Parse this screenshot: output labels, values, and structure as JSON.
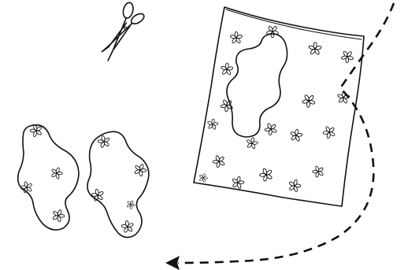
{
  "illustration": {
    "ink_color": "#111111",
    "background_color": "#ffffff",
    "objects": [
      "scissors-icon",
      "fabric-sheet",
      "cut-out-hole",
      "cut-pad-left",
      "cut-pad-right",
      "dashed-arrow-path",
      "arrow-head-icon"
    ]
  }
}
